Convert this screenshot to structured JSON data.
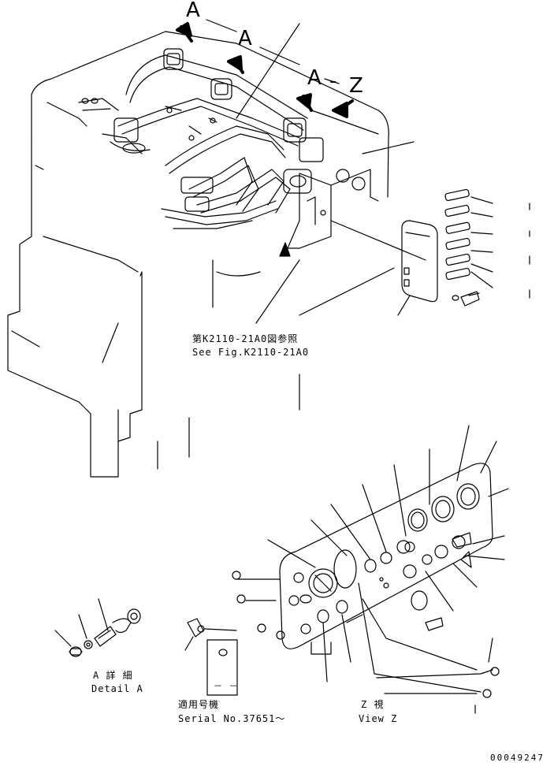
{
  "view_markers": {
    "a1": "A",
    "a2": "A",
    "a3": "A",
    "z": "Z",
    "dash": "-"
  },
  "reference": {
    "jp": "第K2110-21A0図参照",
    "en": "See Fig.K2110-21A0"
  },
  "detail": {
    "jp": "A 詳 細",
    "en": "Detail A"
  },
  "view": {
    "jp": "Z  視",
    "en": "View Z"
  },
  "serial": {
    "jp": "適用号機",
    "en": "Serial No.37651～",
    "box": "－ －"
  },
  "drawing_number": "00049247",
  "colors": {
    "line": "#000000",
    "background": "#ffffff"
  }
}
